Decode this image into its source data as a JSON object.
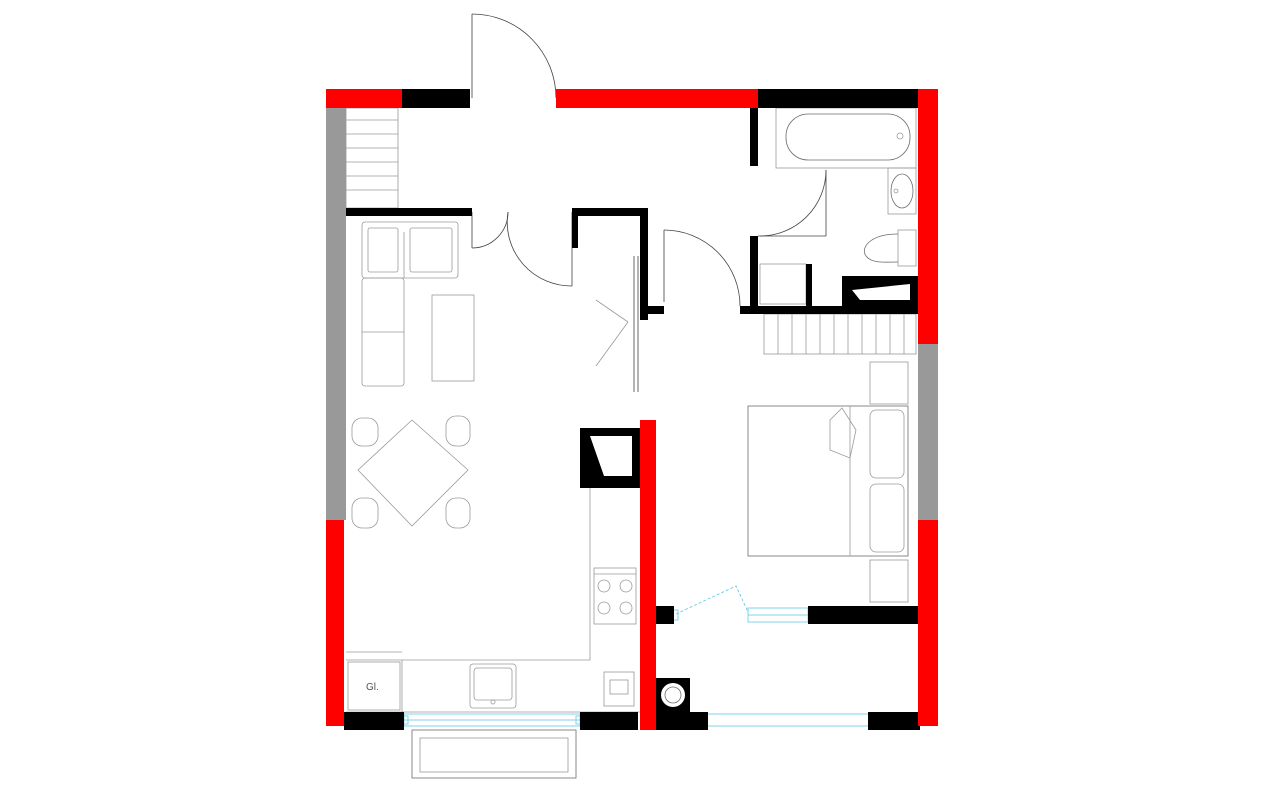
{
  "plan": {
    "colors": {
      "exterior_wall": "#ff0000",
      "wall": "#000000",
      "glazing": "#999999",
      "fixture_line": "#9a9a9a",
      "window_line": "#7fd3ea",
      "background": "#ffffff"
    },
    "rooms": [
      "entrance-hall",
      "living-kitchen",
      "bathroom",
      "bedroom",
      "loggia"
    ],
    "icons": [
      "door-swing-icon",
      "bathtub-icon",
      "sink-icon",
      "toilet-icon",
      "sofa-icon",
      "dining-table-icon",
      "stove-icon",
      "kitchen-sink-icon",
      "bed-icon",
      "washing-machine-icon",
      "boiler-icon",
      "radiator-icon"
    ]
  }
}
